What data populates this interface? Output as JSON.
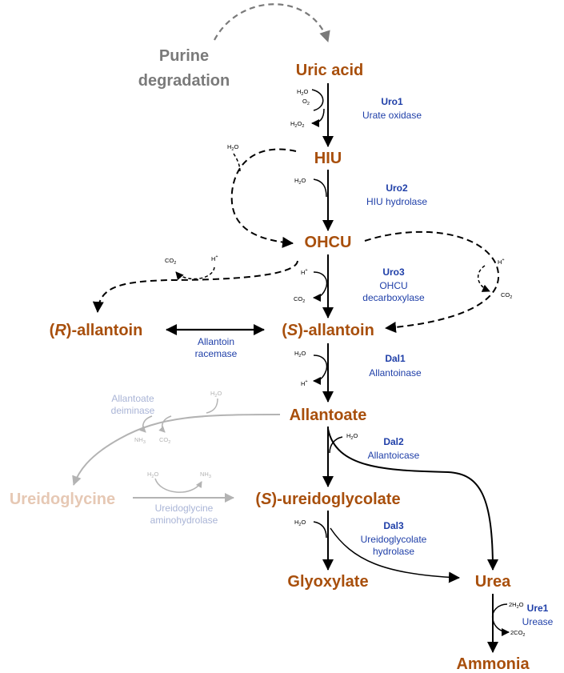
{
  "colors": {
    "metabolite": "#a84f0c",
    "enzyme": "#1f3fa8",
    "gray": "#7a7a7a",
    "light_gray": "#b3b3b3",
    "faded_metabolite": "#e6c8b4",
    "faded_enzyme": "#a9b4d6",
    "arrow": "#000000"
  },
  "source": {
    "line1": "Purine",
    "line2": "degradation"
  },
  "metabolites": {
    "uric_acid": "Uric acid",
    "hiu": "HIU",
    "ohcu": "OHCU",
    "r_open": "(",
    "r_letter": "R",
    "r_rest": ")-allantoin",
    "s_open": "(",
    "s_letter": "S",
    "s_rest": ")-allantoin",
    "allantoate": "Allantoate",
    "ureidoglycine": "Ureidoglycine",
    "sug_open": "(",
    "sug_letter": "S",
    "sug_rest": ")-ureidoglycolate",
    "glyoxylate": "Glyoxylate",
    "urea": "Urea",
    "ammonia": "Ammonia"
  },
  "enzymes": {
    "uro1": {
      "name": "Uro1",
      "desc": "Urate oxidase"
    },
    "uro2": {
      "name": "Uro2",
      "desc": "HIU hydrolase"
    },
    "uro3": {
      "name": "Uro3",
      "desc1": "OHCU",
      "desc2": "decarboxylase"
    },
    "racemase": {
      "line1": "Allantoin",
      "line2": "racemase"
    },
    "dal1": {
      "name": "Dal1",
      "desc": "Allantoinase"
    },
    "deiminase": {
      "line1": "Allantoate",
      "line2": "deiminase"
    },
    "dal2": {
      "name": "Dal2",
      "desc": "Allantoicase"
    },
    "aminohydrolase": {
      "line1": "Ureidoglycine",
      "line2": "aminohydrolase"
    },
    "dal3": {
      "name": "Dal3",
      "desc1": "Ureidoglycolate",
      "desc2": "hydrolase"
    },
    "ure1": {
      "name": "Ure1",
      "desc": "Urease"
    }
  },
  "molecules": {
    "h": "H",
    "o": "O",
    "co": "CO",
    "nh": "NH",
    "two": "2",
    "three": "3",
    "plus": "+",
    "two_h": "2H",
    "two_co": "2CO"
  }
}
